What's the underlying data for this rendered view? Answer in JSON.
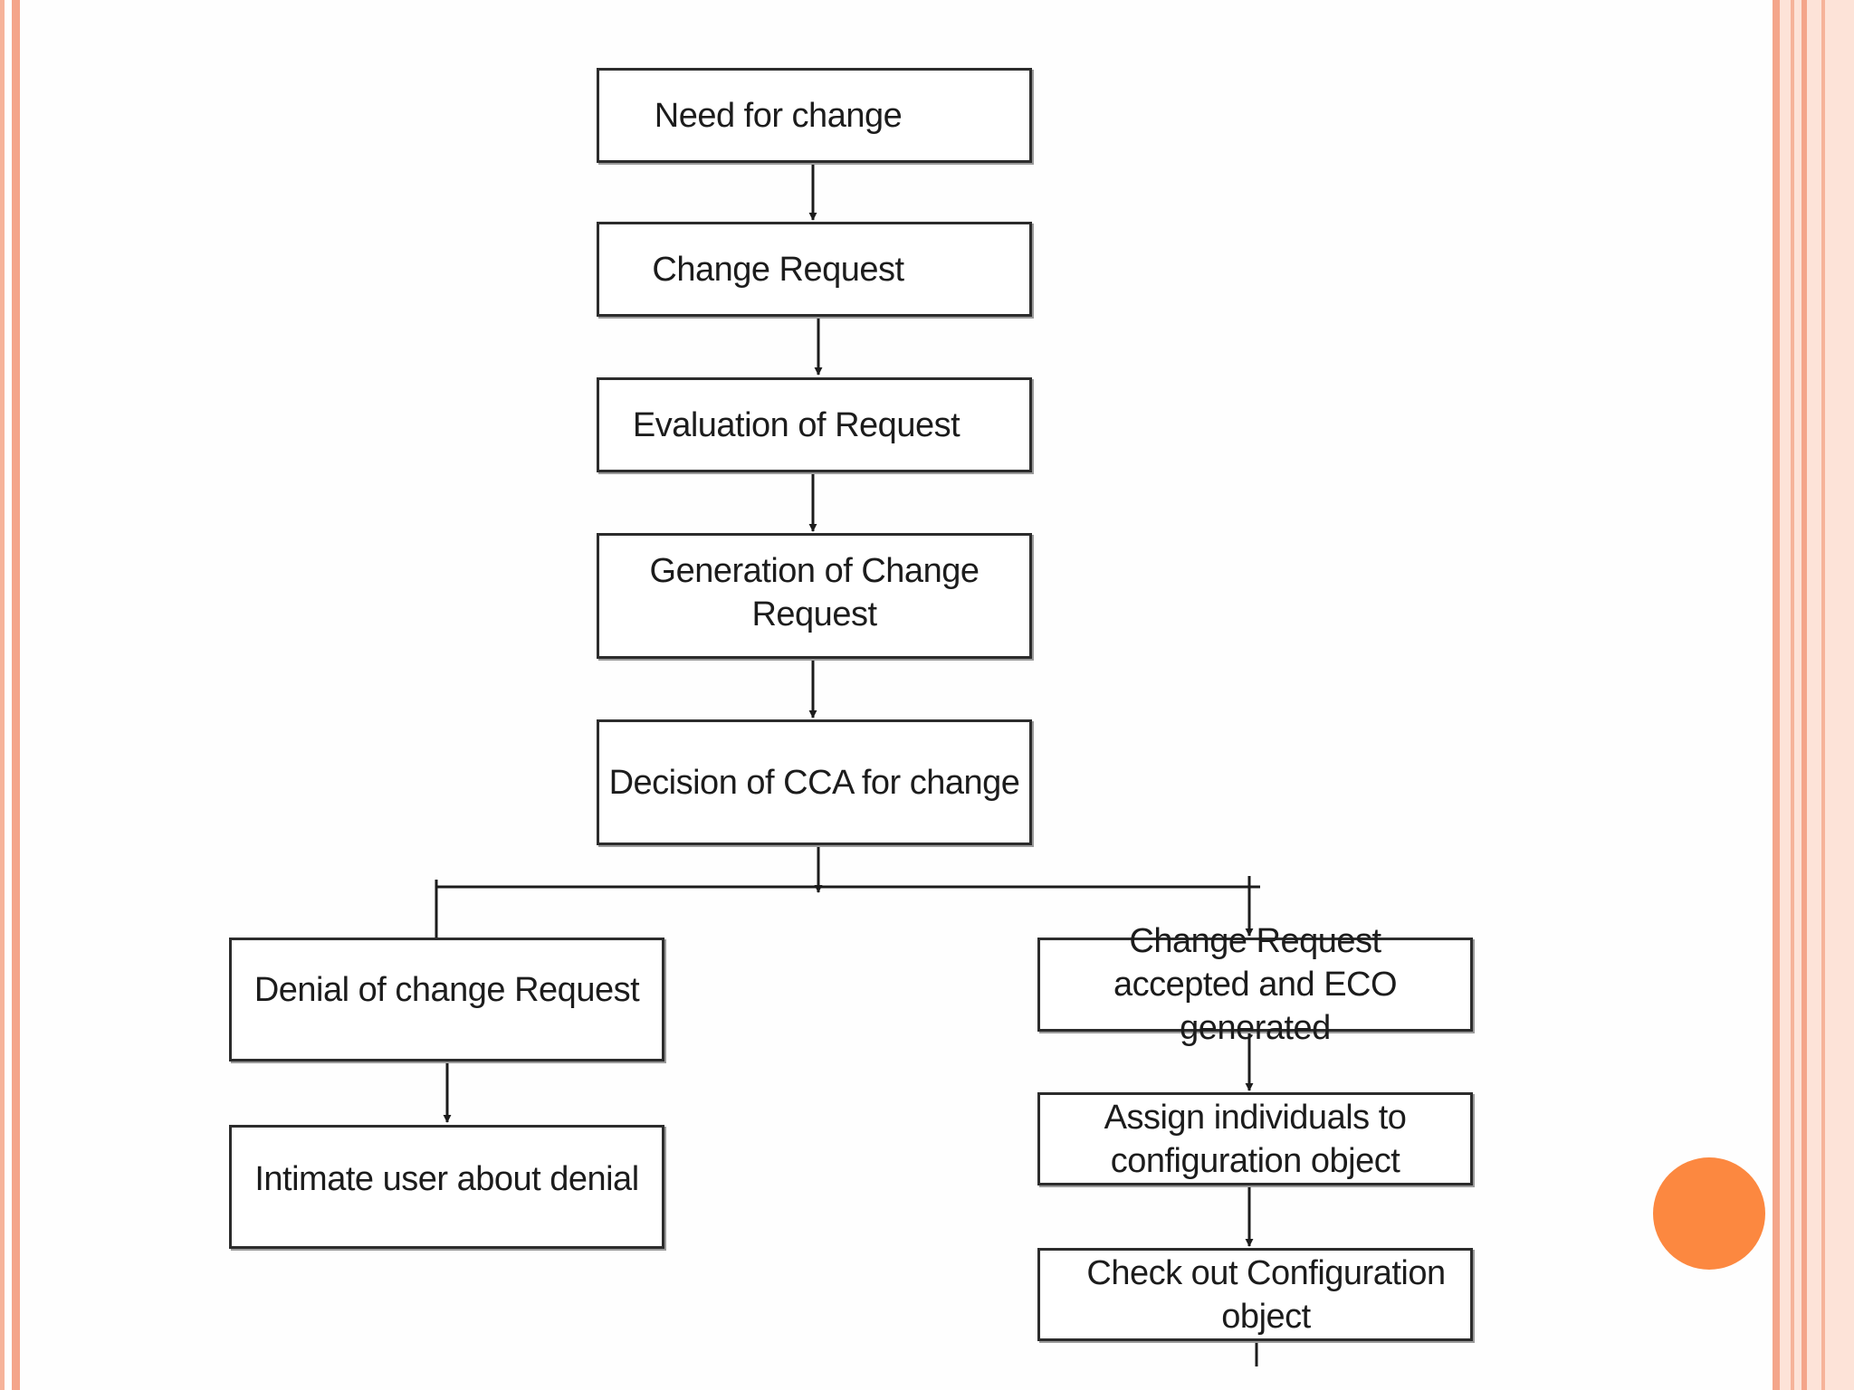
{
  "flowchart": {
    "nodes": {
      "need_for_change": "Need for change",
      "change_request": "Change Request",
      "evaluation_of_request": "Evaluation of Request",
      "generation_of_change_request": "Generation of Change Request",
      "decision_of_cca": "Decision of CCA for change",
      "denial_of_change_request": "Denial of change Request",
      "intimate_user": "Intimate user about denial",
      "accepted_eco": "Change Request accepted and ECO generated",
      "assign_individuals": "Assign individuals to configuration object",
      "check_out": "Check out Configuration object"
    }
  },
  "theme": {
    "border_accent": "#f4a58a",
    "circle_accent": "#fc8840",
    "line_color": "#1c1c1c"
  }
}
